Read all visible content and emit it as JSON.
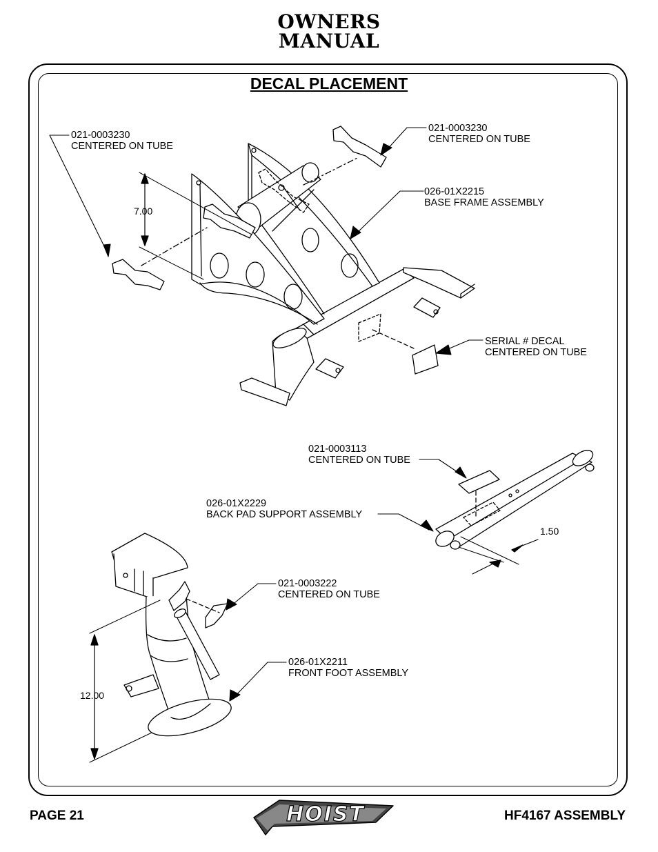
{
  "header": {
    "title_line1": "OWNERS",
    "title_line2": "MANUAL"
  },
  "section": {
    "title": "DECAL PLACEMENT"
  },
  "callouts": {
    "decal_left": {
      "part": "021-0003230",
      "note": "CENTERED ON TUBE"
    },
    "decal_right": {
      "part": "021-0003230",
      "note": "CENTERED ON TUBE"
    },
    "base_frame": {
      "part": "026-01X2215",
      "note": "BASE FRAME ASSEMBLY"
    },
    "serial": {
      "part": "SERIAL # DECAL",
      "note": "CENTERED ON TUBE"
    },
    "back_decal": {
      "part": "021-0003113",
      "note": "CENTERED ON TUBE"
    },
    "back_pad": {
      "part": "026-01X2229",
      "note": "BACK PAD SUPPORT ASSEMBLY"
    },
    "front_decal": {
      "part": "021-0003222",
      "note": "CENTERED ON TUBE"
    },
    "front_foot": {
      "part": "026-01X2211",
      "note": "FRONT FOOT ASSEMBLY"
    }
  },
  "dimensions": {
    "base_height": "7.00",
    "back_offset": "1.50",
    "foot_height": "12.00"
  },
  "footer": {
    "page": "PAGE 21",
    "logo": "HOIST",
    "doc": "HF4167 ASSEMBLY"
  }
}
